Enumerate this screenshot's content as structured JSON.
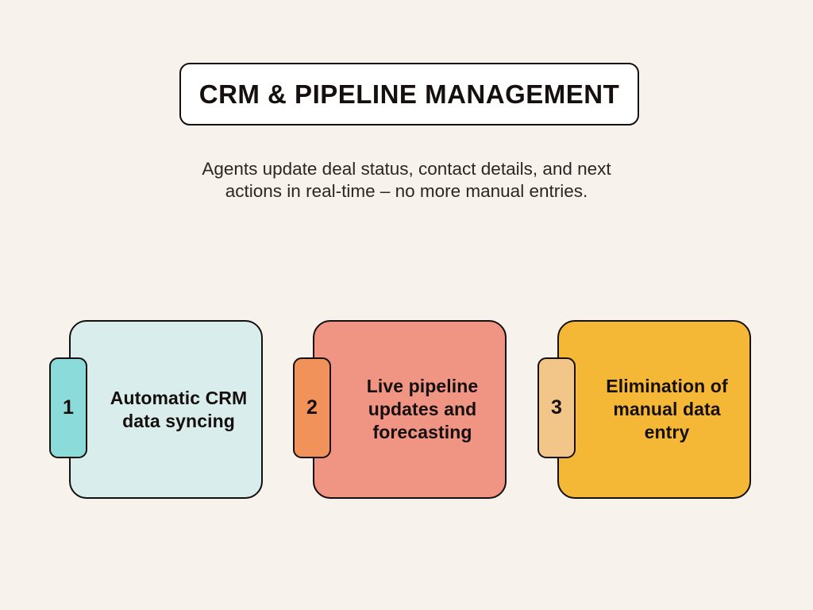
{
  "page": {
    "background_color": "#F7F2EC",
    "text_color": "#15100E"
  },
  "header": {
    "title": "CRM & PIPELINE MANAGEMENT",
    "title_box_fill": "#FFFFFF",
    "title_box_border": "#15100E",
    "subtitle_line1": "Agents update deal status, contact details, and next",
    "subtitle_line2": "actions in real-time – no more manual entries."
  },
  "cards": [
    {
      "number": "1",
      "label": "Automatic CRM data syncing",
      "body_color": "#D9EEEC",
      "tab_color": "#8BDBDB"
    },
    {
      "number": "2",
      "label": "Live pipeline updates and forecasting",
      "body_color": "#F09484",
      "tab_color": "#F0925A"
    },
    {
      "number": "3",
      "label": "Elimination of manual data entry",
      "body_color": "#F5B836",
      "tab_color": "#F2C688"
    }
  ]
}
